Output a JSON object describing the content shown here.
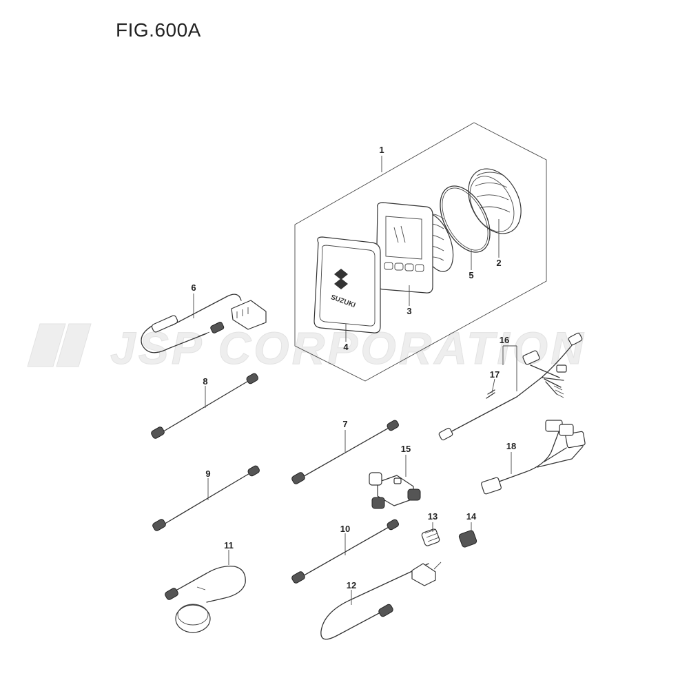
{
  "figure": {
    "title": "FIG.600A"
  },
  "watermark": {
    "text": "JSP CORPORATION"
  },
  "brand": {
    "logo_text": "SUZUKI"
  },
  "callouts": [
    "1",
    "2",
    "3",
    "4",
    "5",
    "6",
    "7",
    "8",
    "9",
    "10",
    "11",
    "12",
    "13",
    "14",
    "15",
    "16",
    "17",
    "18"
  ]
}
